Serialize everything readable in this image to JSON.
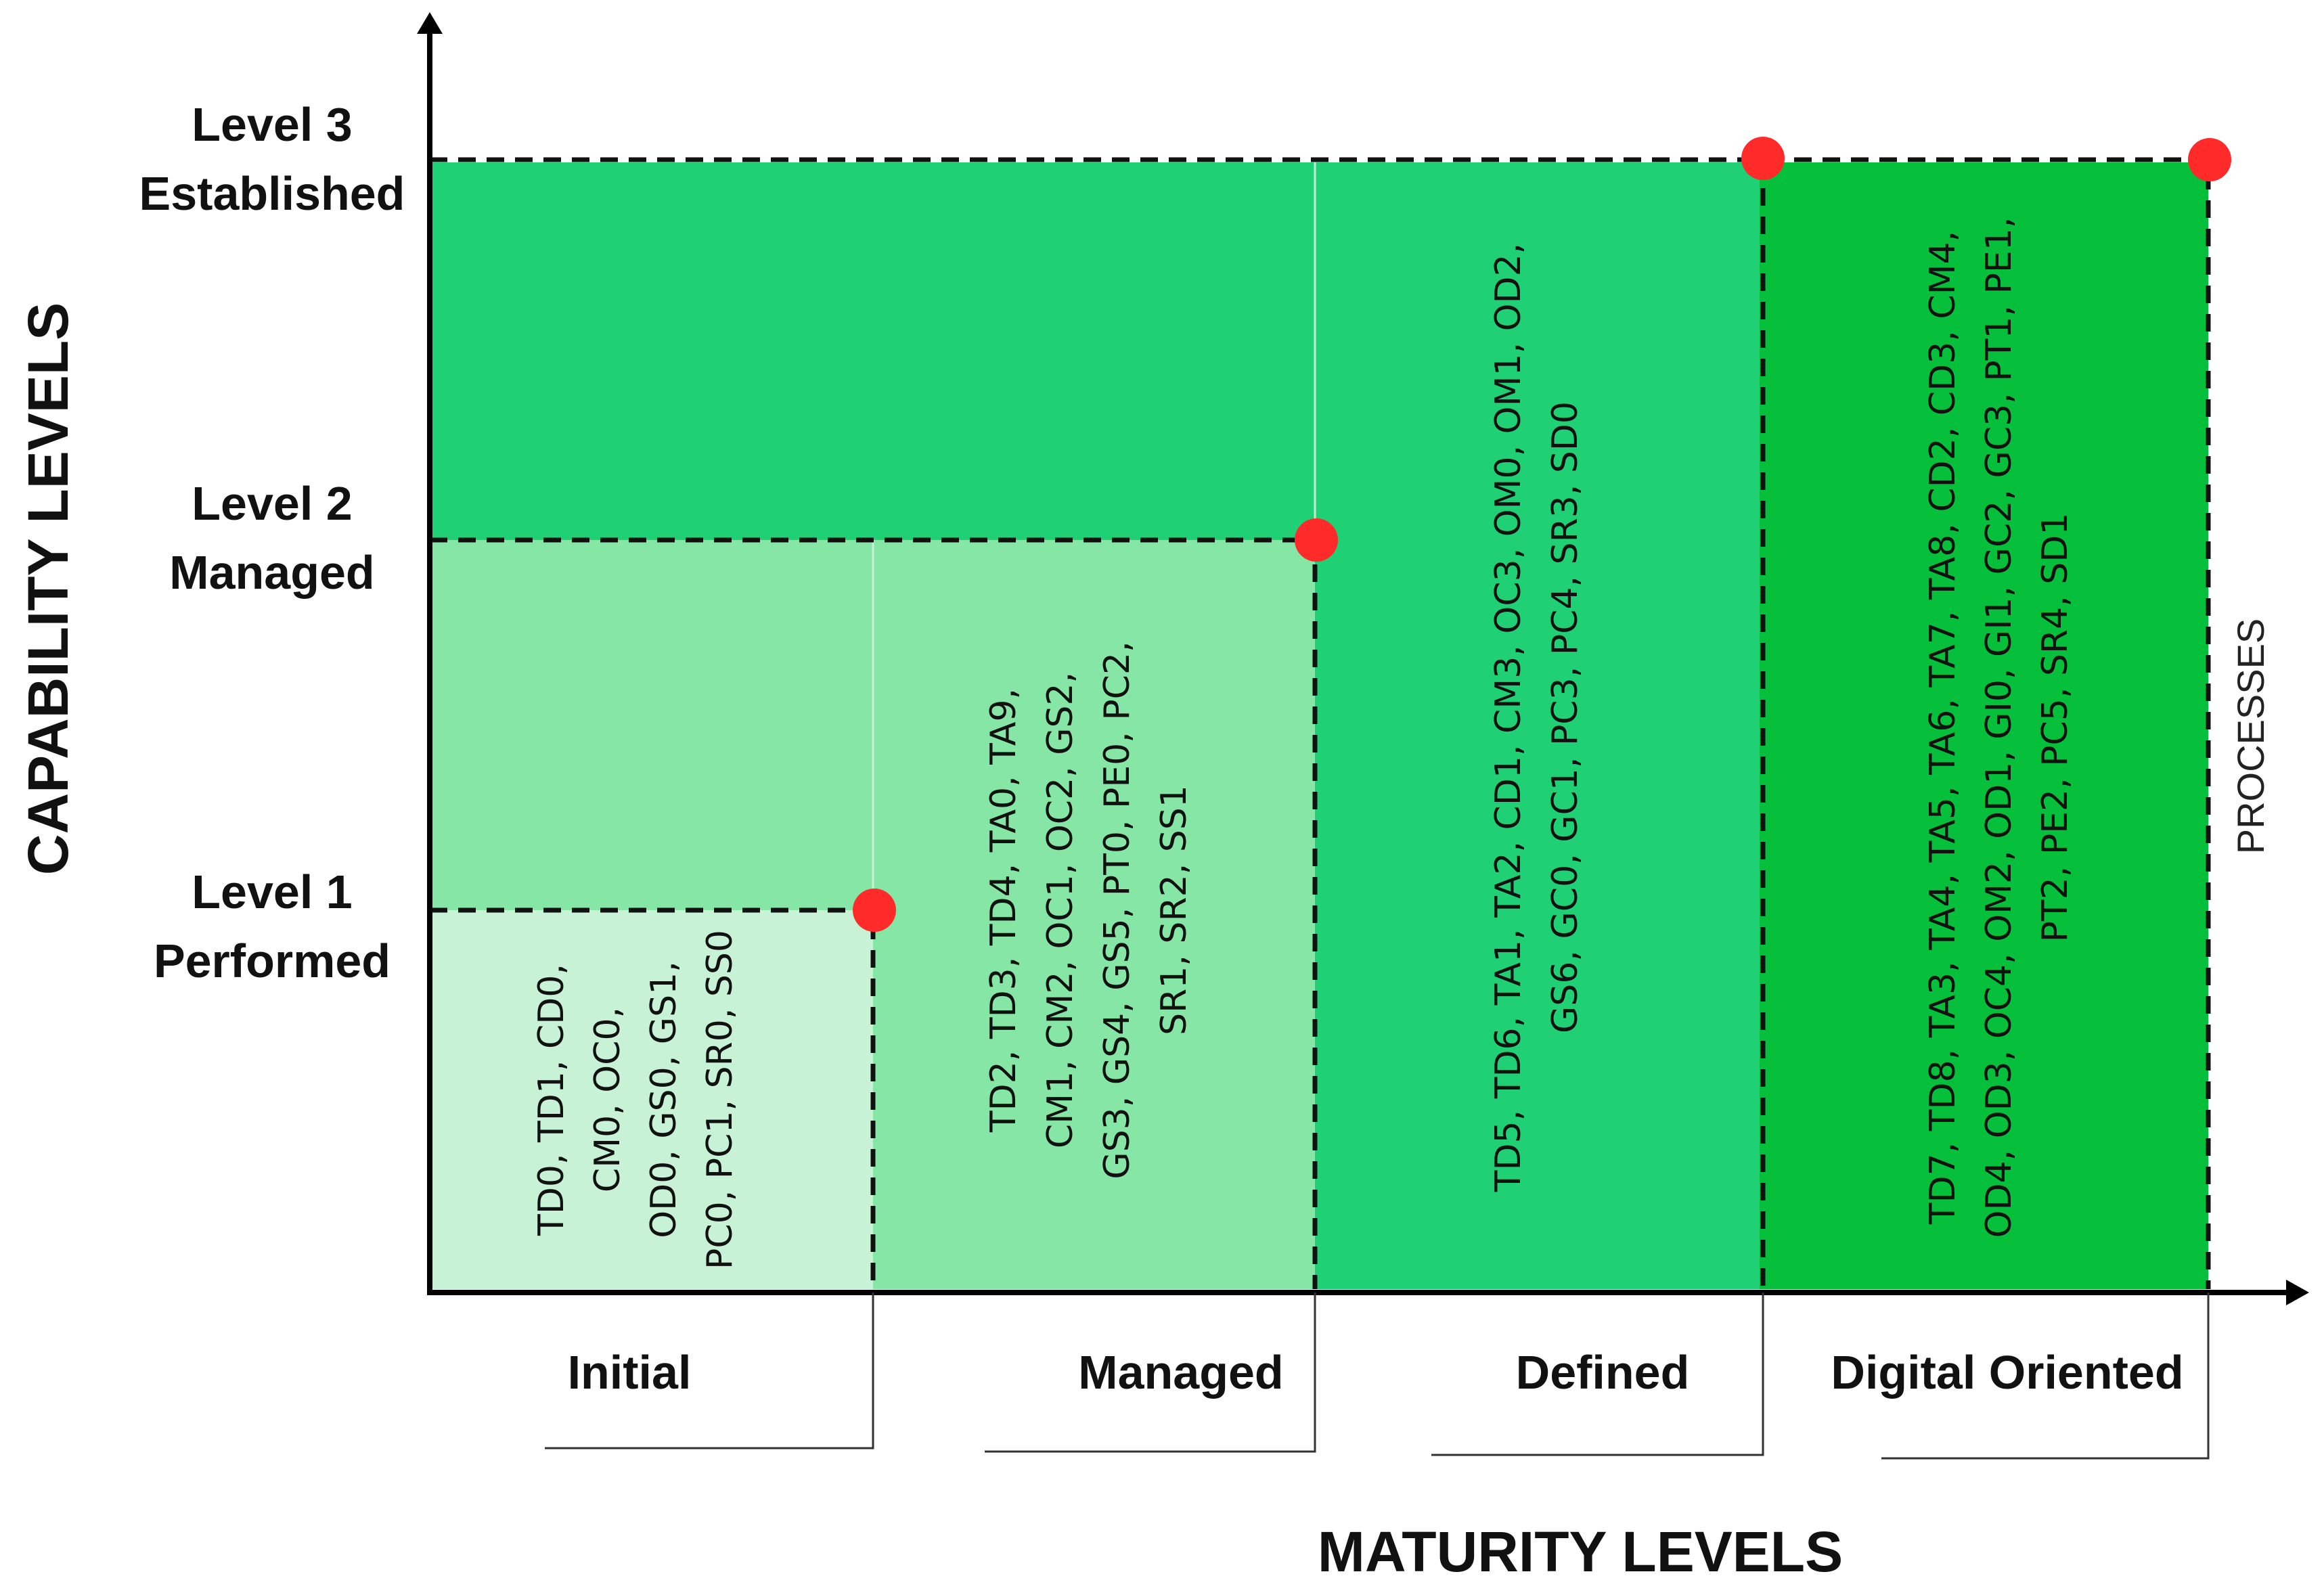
{
  "diagram": {
    "y_axis_title": "CAPABILITY LEVELS",
    "x_axis_title": "MATURITY LEVELS",
    "side_label": "PROCESSES",
    "capability_levels": [
      {
        "level": "Level 1",
        "name": "Performed"
      },
      {
        "level": "Level 2",
        "name": "Managed"
      },
      {
        "level": "Level 3",
        "name": "Established"
      }
    ],
    "maturity_levels": [
      "Initial",
      "Managed",
      "Defined",
      "Digital Oriented"
    ],
    "colors": {
      "initial": "#c8f2d6",
      "managed": "#86e6a5",
      "defined": "#1fd174",
      "digital_oriented": "#06bf3a",
      "marker": "#ff2b2b",
      "axis": "#000000"
    },
    "cells": [
      {
        "maturity": "Initial",
        "lines": [
          "TD0, TD1, CD0,",
          "CM0, OC0,",
          "OD0, GS0, GS1,",
          "PC0, PC1, SR0, SS0"
        ]
      },
      {
        "maturity": "Managed",
        "lines": [
          "TD2, TD3, TD4, TA0, TA9,",
          "CM1, CM2, OC1, OC2, GS2,",
          "GS3, GS4, GS5, PT0, PE0, PC2,",
          "SR1, SR2, SS1"
        ]
      },
      {
        "maturity": "Defined",
        "lines": [
          "TD5, TD6, TA1, TA2, CD1, CM3, OC3, OM0, OM1, OD2,",
          "GS6, GC0, GC1, PC3, PC4, SR3, SD0"
        ]
      },
      {
        "maturity": "Digital Oriented",
        "lines": [
          "TD7, TD8, TA3, TA4, TA5, TA6, TA7, TA8, CD2, CD3, CM4,",
          "OD4, OD3, OC4, OM2, OD1, GI0, GI1, GC2, GC3, PT1, PE1,",
          "PT2, PE2, PC5, SR4, SD1"
        ]
      }
    ]
  }
}
